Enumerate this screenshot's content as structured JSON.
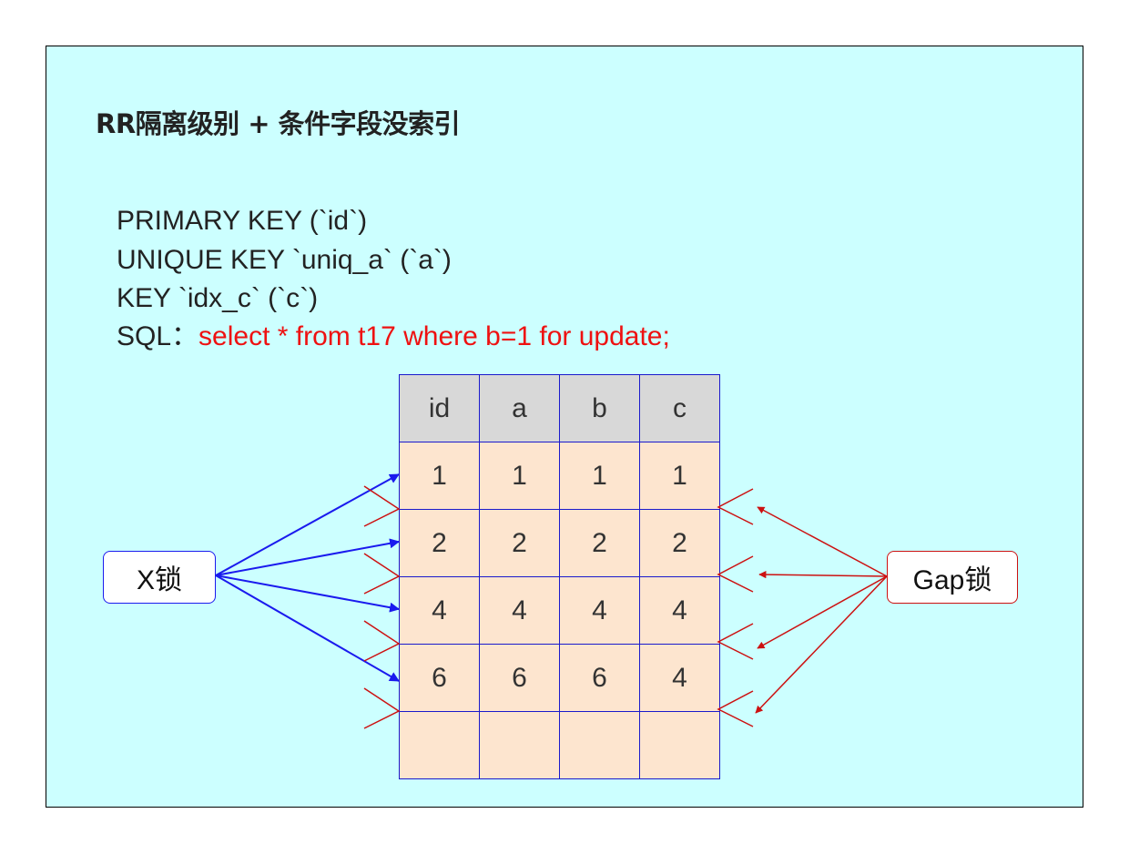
{
  "title": "RR隔离级别 + 条件字段没索引",
  "keys": {
    "primary": "PRIMARY KEY (`id`)",
    "unique": "UNIQUE KEY `uniq_a` (`a`)",
    "index": "KEY `idx_c` (`c`)",
    "sql_label": "SQL：",
    "sql": "select * from t17 where b=1 for update;"
  },
  "table": {
    "headers": [
      "id",
      "a",
      "b",
      "c"
    ],
    "rows": [
      [
        "1",
        "1",
        "1",
        "1"
      ],
      [
        "2",
        "2",
        "2",
        "2"
      ],
      [
        "4",
        "4",
        "4",
        "4"
      ],
      [
        "6",
        "6",
        "6",
        "4"
      ],
      [
        "",
        "",
        "",
        ""
      ]
    ]
  },
  "x_lock_label": "X锁",
  "gap_lock_label": "Gap锁",
  "colors": {
    "background": "#ccffff",
    "header_fill": "#d8d8d8",
    "cell_fill": "#fde5cf",
    "grid": "#1a1acc",
    "x_lock_arrow": "#1a1aee",
    "gap_lock_arrow": "#cc1111",
    "sql_text": "#ee1111"
  }
}
